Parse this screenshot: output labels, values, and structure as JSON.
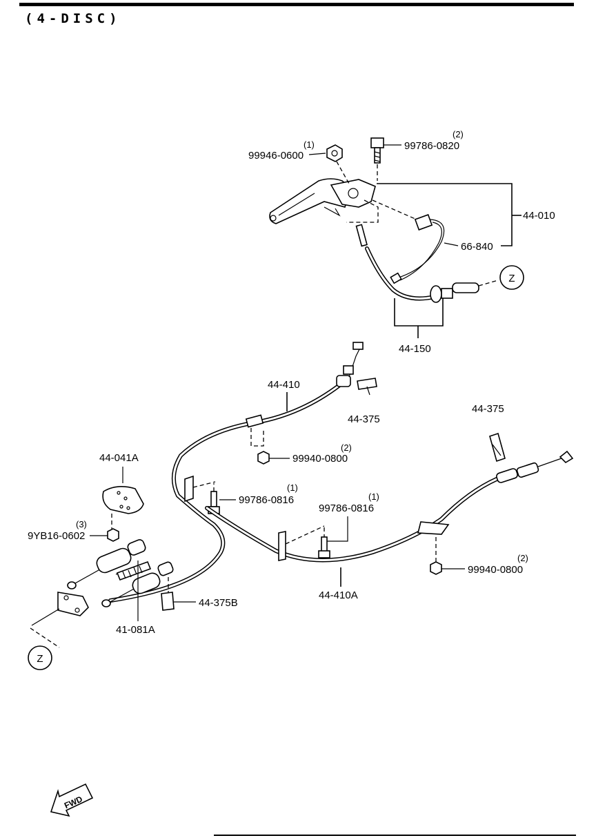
{
  "header": "(4-DISC)",
  "callouts": {
    "z_top": "Z",
    "z_bottom": "Z"
  },
  "labels": {
    "p99946": "99946-0600",
    "q99946": "(1)",
    "p99786_0820": "99786-0820",
    "q99786_0820": "(2)",
    "p44010": "44-010",
    "p66840": "66-840",
    "p44150": "44-150",
    "p44410": "44-410",
    "p44375_mid": "44-375",
    "p99940_a": "99940-0800",
    "q99940_a": "(2)",
    "p44375_right": "44-375",
    "p44041a": "44-041A",
    "p99786_0816_a": "99786-0816",
    "q99786_0816_a": "(1)",
    "p99786_0816_b": "99786-0816",
    "q99786_0816_b": "(1)",
    "p9yb16": "9YB16-0602",
    "q9yb16": "(3)",
    "p99940_b": "99940-0800",
    "q99940_b": "(2)",
    "p44375b": "44-375B",
    "p44410a": "44-410A",
    "p41081a": "41-081A",
    "fwd": "FWD"
  },
  "colors": {
    "line": "#000000",
    "background": "#ffffff"
  }
}
